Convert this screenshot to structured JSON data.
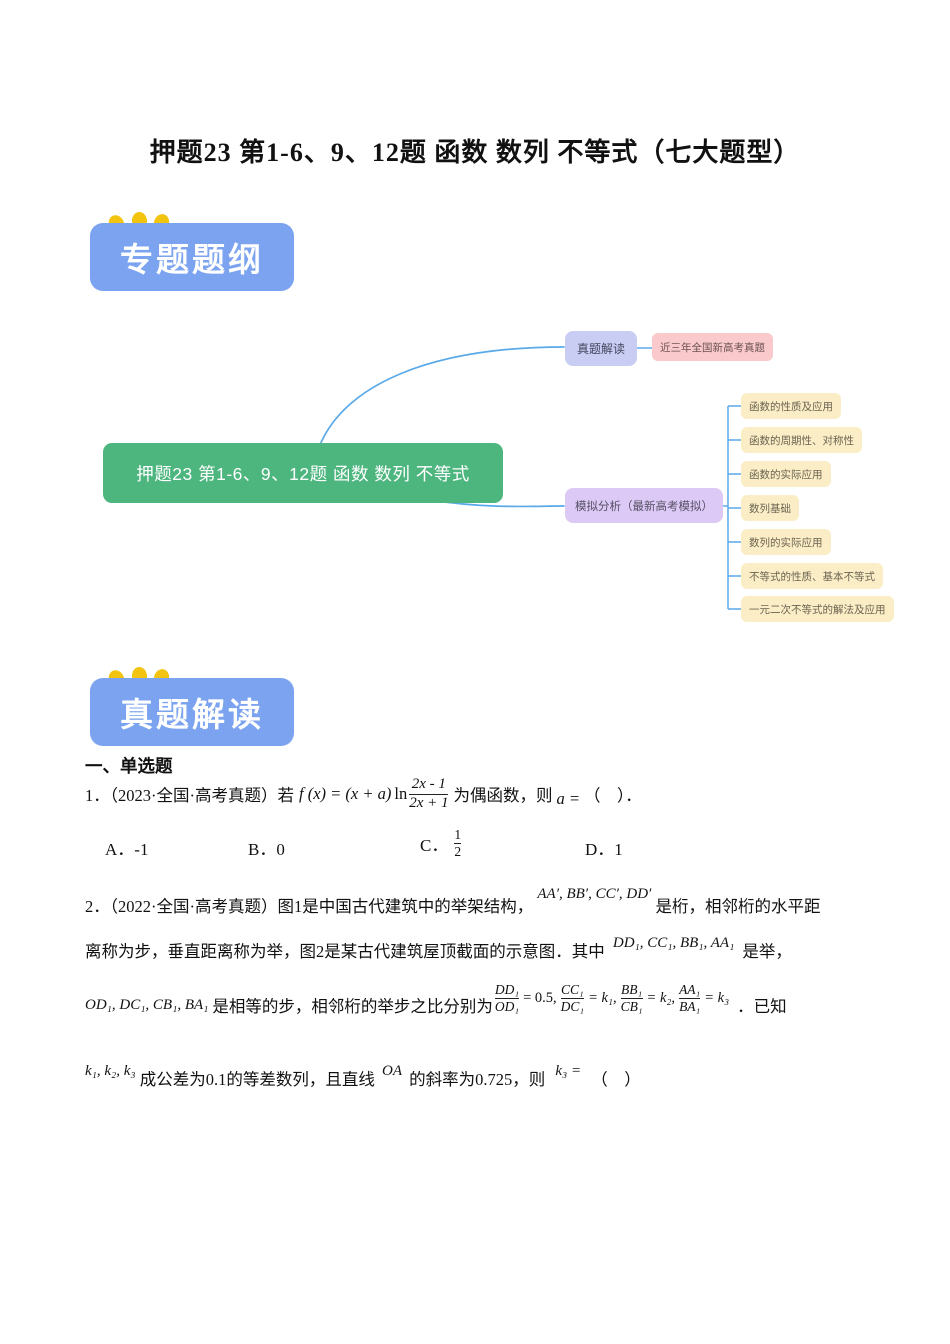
{
  "title": "押题23 第1-6、9、12题 函数 数列 不等式（七大题型）",
  "badges": {
    "outline": "专题题纲",
    "review": "真题解读"
  },
  "colors": {
    "badge_bg": "#7ba3ef",
    "dot_gold": "#f2c40f",
    "root_bg": "#4db57e",
    "review_bg": "#c9cdf4",
    "review_child_bg": "#f9c9cb",
    "sim_bg": "#ddc9f5",
    "leaf_bg": "#fbeec7",
    "connector": "#5aa9e8"
  },
  "mindmap": {
    "root": "押题23 第1-6、9、12题 函数 数列 不等式",
    "branch_review": {
      "label": "真题解读",
      "child": "近三年全国新高考真题"
    },
    "branch_sim": {
      "label": "模拟分析（最新高考模拟）",
      "children": [
        "函数的性质及应用",
        "函数的周期性、对称性",
        "函数的实际应用",
        "数列基础",
        "数列的实际应用",
        "不等式的性质、基本不等式",
        "一元二次不等式的解法及应用"
      ]
    }
  },
  "section_heading": "一、单选题",
  "q1": {
    "prefix": "1．（2023·全国·高考真题）若",
    "math_fx": "f (x) = (x + a)",
    "math_ln": "ln",
    "frac_num": "2x - 1",
    "frac_den": "2x + 1",
    "suffix1": "为偶函数，则",
    "var_a": "a =",
    "suffix2": "（　）．"
  },
  "q1_options": {
    "a_label": "A．",
    "a_value": "-1",
    "b_label": "B．",
    "b_value": "0",
    "c_label": "C．",
    "c_num": "1",
    "c_den": "2",
    "d_label": "D．",
    "d_value": "1"
  },
  "q2": {
    "line1_pre": "2．（2022·全国·高考真题）图1是中国古代建筑中的举架结构，",
    "line1_math": "AA′, BB′, CC′, DD′",
    "line1_post": "是桁，相邻桁的水平距",
    "line2_pre": "离称为步，垂直距离称为举，图2是某古代建筑屋顶截面的示意图．其中",
    "line2_math": "DD₁, CC₁, BB₁, AA₁",
    "line2_post": "是举，",
    "line3_math": "OD₁, DC₁, CB₁, BA₁",
    "line3_mid": "是相等的步，相邻桁的举步之比分别为",
    "fracs": [
      {
        "num": "DD₁",
        "den": "OD₁",
        "eq": "= 0.5,"
      },
      {
        "num": "CC₁",
        "den": "DC₁",
        "eq": "= k₁,"
      },
      {
        "num": "BB₁",
        "den": "CB₁",
        "eq": "= k₂,"
      },
      {
        "num": "AA₁",
        "den": "BA₁",
        "eq": "= k₃"
      }
    ],
    "line3_post": "．已知",
    "line4_math": "k₁, k₂, k₃",
    "line4_mid1": "成公差为0.1的等差数列，且直线",
    "line4_oa": "OA",
    "line4_mid2": "的斜率为0.725，则",
    "line4_k3": "k₃ =",
    "line4_post": "（　）"
  }
}
